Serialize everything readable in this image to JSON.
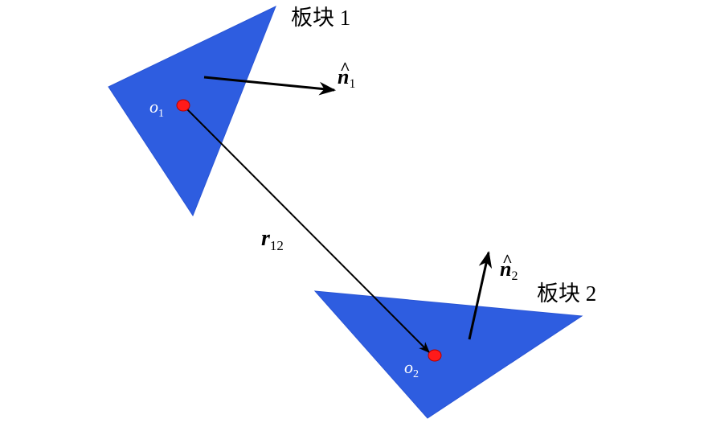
{
  "colors": {
    "plate": "#2E5DE0",
    "plate_edge": "#2A55D4",
    "centroid": "#FF1A1A",
    "centroid_edge": "#B00000",
    "arrow": "#000000",
    "background": "#FFFFFF"
  },
  "plate1": {
    "label": "板块 1",
    "centroid_symbol": "o",
    "centroid_subscript": "1",
    "normal_symbol": "n",
    "normal_hat": "^",
    "normal_subscript": "1"
  },
  "plate2": {
    "label": "板块 2",
    "centroid_symbol": "o",
    "centroid_subscript": "2",
    "normal_symbol": "n",
    "normal_hat": "^",
    "normal_subscript": "2"
  },
  "separation_vector": {
    "symbol": "r",
    "subscript": "12"
  }
}
